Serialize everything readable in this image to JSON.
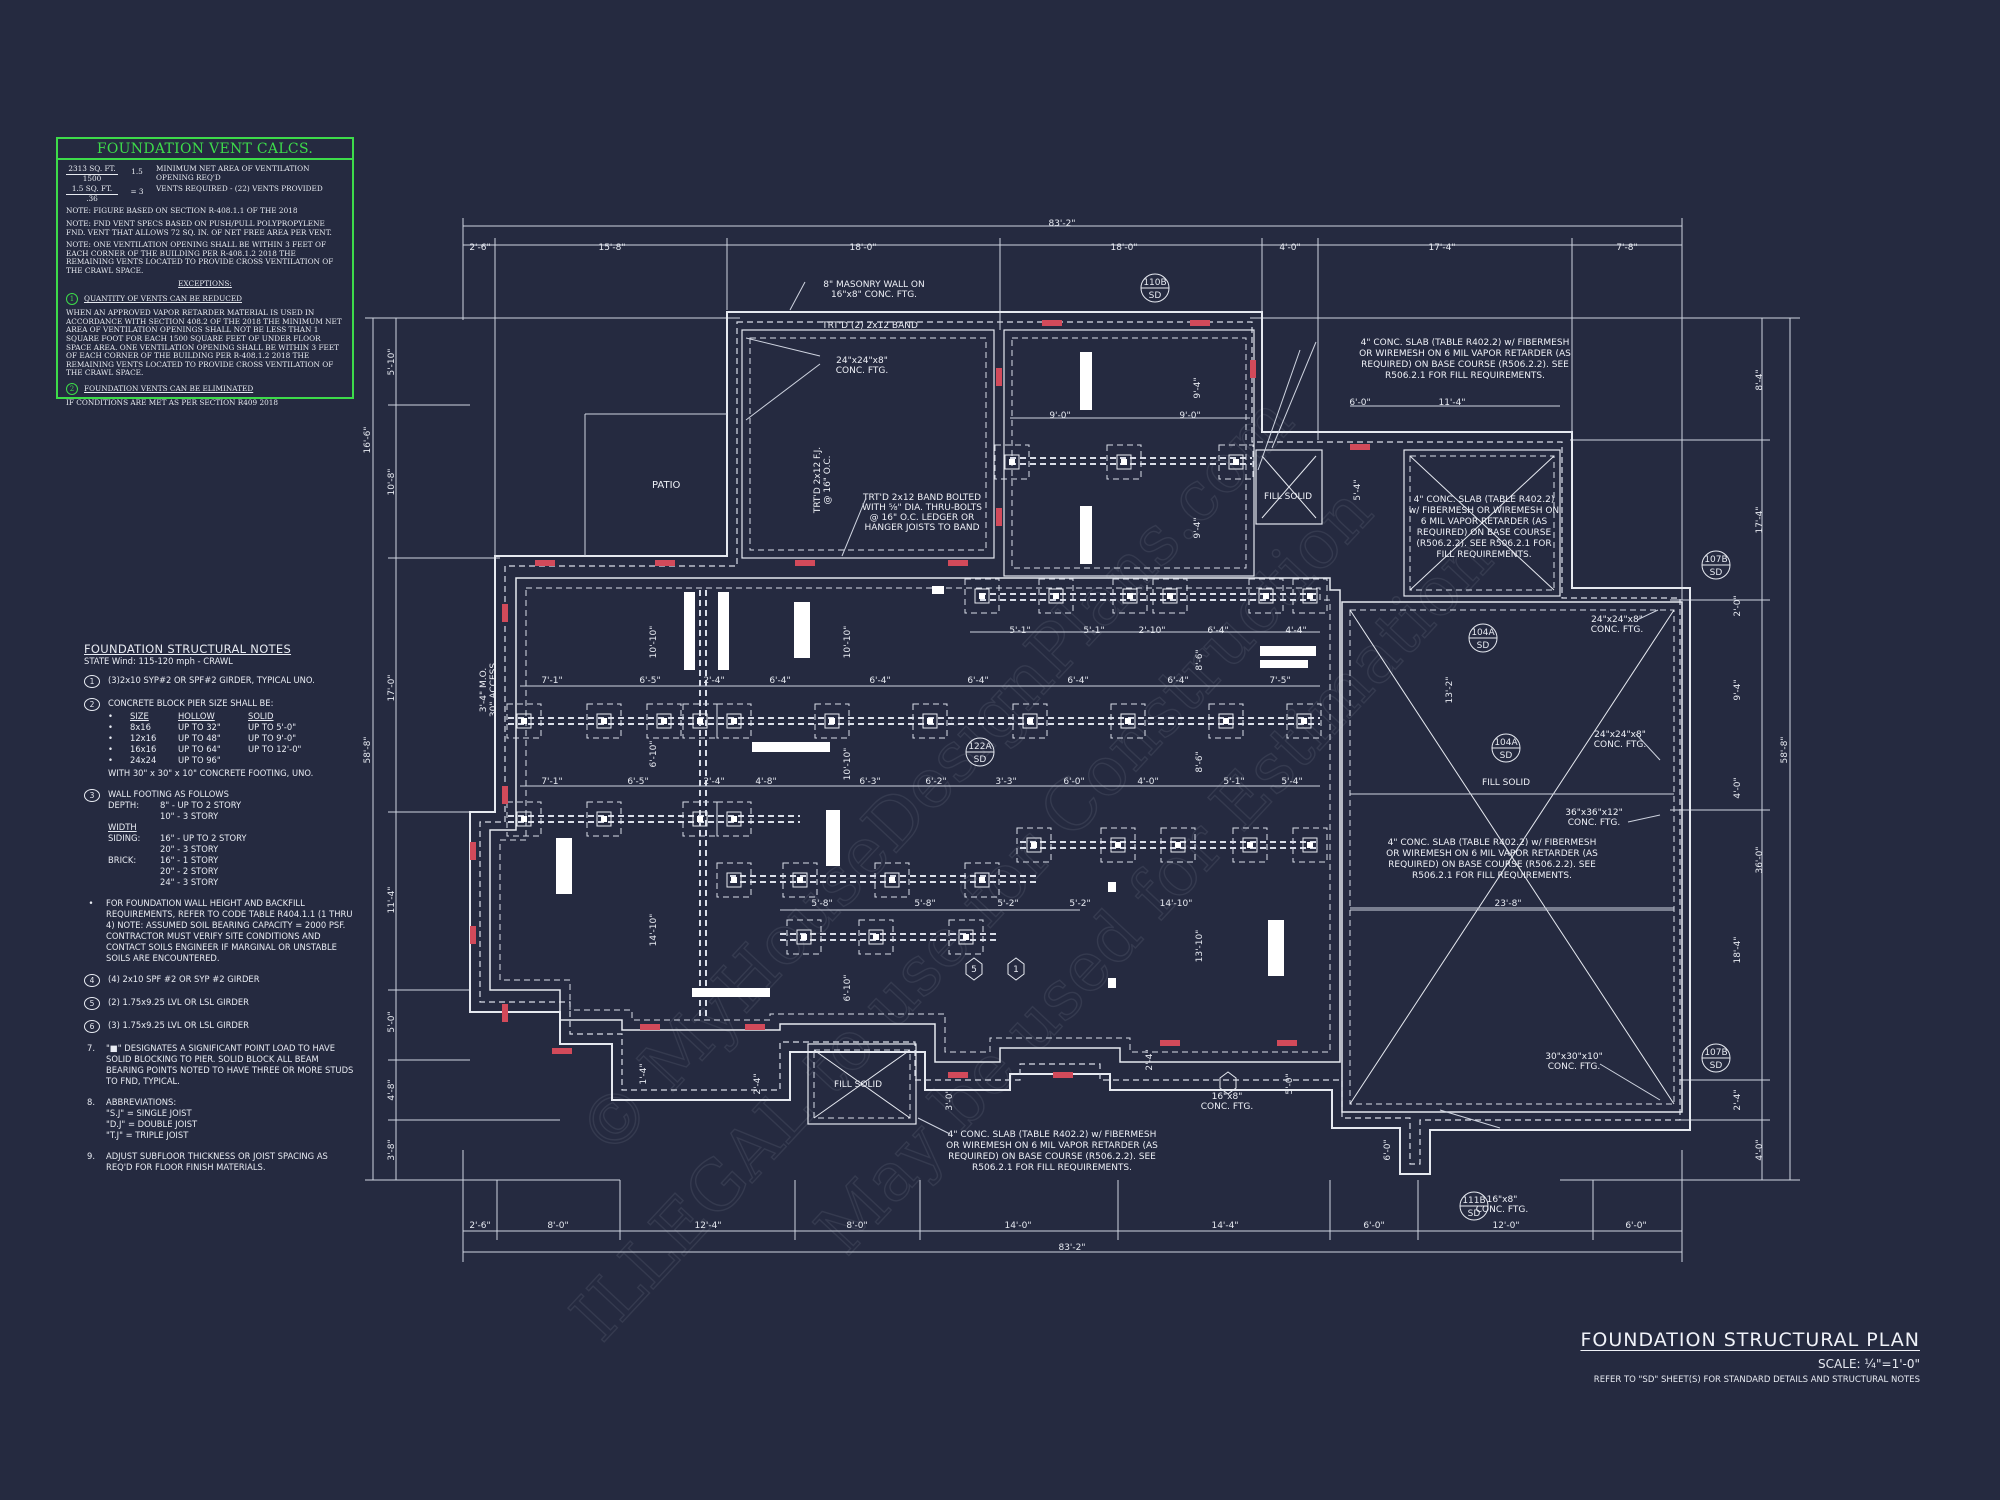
{
  "vent_calcs": {
    "title": "FOUNDATION VENT CALCS.",
    "row1": {
      "num": "2313",
      "num_unit": "SQ. FT.",
      "den": "1500",
      "eq": "1.5",
      "desc": "MINIMUM NET AREA OF VENTILATION OPENING REQ'D"
    },
    "row2": {
      "num": "1.5",
      "num_unit": "SQ. FT.",
      "den": ".36",
      "eq": "= 3",
      "desc": "VENTS REQUIRED - (22) VENTS PROVIDED"
    },
    "note1": "NOTE: FIGURE BASED ON SECTION R-408.1.1 OF THE 2018",
    "note2": "NOTE: FND VENT SPECS BASED ON PUSH/PULL POLYPROPYLENE FND. VENT THAT ALLOWS 72 SQ. IN. OF NET FREE AREA PER VENT.",
    "note3": "NOTE: ONE VENTILATION OPENING SHALL BE WITHIN 3 FEET OF EACH CORNER OF THE BUILDING PER R-408.1.2 2018 THE REMAINING VENTS LOCATED TO PROVIDE CROSS VENTILATION OF THE CRAWL SPACE.",
    "exceptions": "EXCEPTIONS:",
    "ex1_num": "1",
    "ex1_title": "QUANTITY OF VENTS CAN BE REDUCED",
    "ex1_text": "WHEN AN APPROVED VAPOR RETARDER MATERIAL IS USED IN ACCORDANCE WITH SECTION 408.2 OF THE 2018 THE MINIMUM NET AREA OF VENTILATION OPENINGS SHALL NOT BE LESS THAN 1 SQUARE FOOT FOR EACH 1500 SQUARE FEET OF UNDER FLOOR SPACE AREA. ONE VENTILATION OPENING SHALL BE WITHIN 3 FEET OF EACH CORNER OF THE BUILDING PER R-408.1.2 2018 THE REMAINING VENTS LOCATED TO PROVIDE CROSS VENTILATION OF THE CRAWL SPACE.",
    "ex2_num": "2",
    "ex2_title": "FOUNDATION VENTS CAN BE ELIMINATED",
    "ex2_text": "IF CONDITIONS ARE MET AS PER SECTION R409 2018"
  },
  "notes": {
    "title": "FOUNDATION STRUCTURAL NOTES",
    "subtitle": "STATE Wind: 115-120 mph - CRAWL",
    "n1_num": "1",
    "n1": "(3)2x10 SYP#2 OR SPF#2 GIRDER, TYPICAL UNO.",
    "n2_num": "2",
    "n2": "CONCRETE BLOCK PIER SIZE SHALL BE:",
    "size_head": [
      "SIZE",
      "HOLLOW",
      "SOLID"
    ],
    "size_rows": [
      [
        "8x16",
        "UP TO 32\"",
        "UP TO 5'-0\""
      ],
      [
        "12x16",
        "UP TO 48\"",
        "UP TO 9'-0\""
      ],
      [
        "16x16",
        "UP TO 64\"",
        "UP TO 12'-0\""
      ],
      [
        "24x24",
        "UP TO 96\"",
        ""
      ]
    ],
    "n2b": "WITH 30\" x 30\" x 10\" CONCRETE FOOTING, UNO.",
    "n3_num": "3",
    "n3": "WALL FOOTING AS FOLLOWS",
    "n3_depth_label": "DEPTH:",
    "n3_depth1": "8\" - UP TO 2 STORY",
    "n3_depth2": "10\" - 3 STORY",
    "n3_width_label": "WIDTH",
    "n3_siding_label": "SIDING:",
    "n3_siding1": "16\" - UP TO 2 STORY",
    "n3_siding2": "20\" - 3 STORY",
    "n3_brick_label": "BRICK:",
    "n3_brick1": "16\" - 1 STORY",
    "n3_brick2": "20\" - 2 STORY",
    "n3_brick3": "24\" - 3 STORY",
    "n_bullet": "FOR FOUNDATION WALL HEIGHT AND BACKFILL REQUIREMENTS, REFER TO CODE TABLE R404.1.1 (1 THRU 4) NOTE: ASSUMED SOIL BEARING CAPACITY = 2000 PSF. CONTRACTOR MUST VERIFY SITE CONDITIONS AND CONTACT SOILS ENGINEER IF MARGINAL OR UNSTABLE SOILS ARE ENCOUNTERED.",
    "n4_num": "4",
    "n4": "(4) 2x10 SPF #2 OR SYP #2 GIRDER",
    "n5_num": "5",
    "n5": "(2) 1.75x9.25 LVL OR LSL GIRDER",
    "n6_num": "6",
    "n6": "(3) 1.75x9.25 LVL OR LSL GIRDER",
    "n7_num": "7.",
    "n7": "\"■\" DESIGNATES A SIGNIFICANT POINT LOAD TO HAVE SOLID BLOCKING TO PIER. SOLID BLOCK ALL BEAM BEARING POINTS NOTED TO HAVE THREE OR MORE STUDS TO FND, TYPICAL.",
    "n8_num": "8.",
    "n8": "ABBREVIATIONS:",
    "n8a": "\"S.J\" = SINGLE JOIST",
    "n8b": "\"D.J\" = DOUBLE JOIST",
    "n8c": "\"T.J\" = TRIPLE JOIST",
    "n9_num": "9.",
    "n9": "ADJUST SUBFLOOR THICKNESS OR JOIST SPACING AS REQ'D FOR FLOOR FINISH MATERIALS."
  },
  "title_block": {
    "title": "FOUNDATION STRUCTURAL PLAN",
    "scale": "SCALE: ¼\"=1'-0\"",
    "ref": "REFER TO \"SD\" SHEET(S) FOR STANDARD DETAILS AND STRUCTURAL NOTES"
  },
  "plan": {
    "top_overall": "83'-2\"",
    "bottom_overall": "83'-2\"",
    "top_dims": [
      "2'-6\"",
      "15'-8\"",
      "18'-0\"",
      "18'-0\"",
      "4'-0\"",
      "17'-4\"",
      "7'-8\""
    ],
    "bottom_dims": [
      "2'-6\"",
      "8'-0\"",
      "12'-4\"",
      "8'-0\"",
      "14'-0\"",
      "14'-4\"",
      "6'-0\"",
      "12'-0\"",
      "6'-0\""
    ],
    "left_overall": "58'-8\"",
    "right_overall": "58'-8\"",
    "left_dims": [
      "5'-10\"",
      "16'-6\"",
      "10'-8\"",
      "17'-0\"",
      "11'-4\"",
      "5'-0\"",
      "4'-8\"",
      "3'-8\""
    ],
    "right_dims": [
      "8'-4\"",
      "17'-4\"",
      "2'-0\"",
      "9'-4\"",
      "4'-0\"",
      "36'-0\"",
      "18'-4\"",
      "2'-4\"",
      "4'-0\""
    ],
    "patio": "PATIO",
    "masonry_note": "8\" MASONRY WALL ON 16\"x8\" CONC. FTG.",
    "band_note": "TRT'D (2) 2x12 BAND",
    "ftg_24": "24\"x24\"x8\" CONC. FTG.",
    "joist_note": "TRT'D 2x12 F.J. @ 16\" O.C.",
    "band_bolt_note": "TRT'D 2x12 BAND BOLTED WITH ⅝\" DIA. THRU-BOLTS @ 16\" O.C. LEDGER OR HANGER JOISTS TO BAND",
    "slab_note_top": "4\" CONC. SLAB (TABLE R402.2) w/ FIBERMESH OR WIREMESH ON 6 MIL VAPOR RETARDER (AS REQUIRED) ON BASE COURSE (R506.2.2). SEE R506.2.1 FOR FILL REQUIREMENTS.",
    "slab_note_mid": "4\" CONC. SLAB (TABLE R402.2) w/ FIBERMESH OR WIREMESH ON 6 MIL VAPOR RETARDER (AS REQUIRED) ON BASE COURSE (R506.2.2). SEE R506.2.1 FOR FILL REQUIREMENTS.",
    "slab_note_garage": "4\" CONC. SLAB (TABLE R402.2) w/ FIBERMESH OR WIREMESH ON 6 MIL VAPOR RETARDER (AS REQUIRED) ON BASE COURSE (R506.2.2). SEE R506.2.1 FOR FILL REQUIREMENTS.",
    "slab_note_bottom": "4\" CONC. SLAB (TABLE R402.2) w/ FIBERMESH OR WIREMESH ON 6 MIL VAPOR RETARDER (AS REQUIRED) ON BASE COURSE (R506.2.2). SEE R506.2.1 FOR FILL REQUIREMENTS.",
    "fill_solid": "FILL SOLID",
    "ftg_24r": "24\"x24\"x8\" CONC. FTG.",
    "ftg_24r2": "24\"x24\"x8\" CONC. FTG.",
    "ftg_36": "36\"x36\"x12\" CONC. FTG.",
    "ftg_30": "30\"x30\"x10\" CONC. FTG.",
    "ftg_16a": "16\"x8\" CONC. FTG.",
    "ftg_16b": "16\"x8\" CONC. FTG.",
    "tags": [
      {
        "top": "110B",
        "bot": "SD"
      },
      {
        "top": "107B",
        "bot": "SD"
      },
      {
        "top": "104A",
        "bot": "SD"
      },
      {
        "top": "104A",
        "bot": "SD"
      },
      {
        "top": "122A",
        "bot": "SD"
      },
      {
        "top": "107B",
        "bot": "SD"
      },
      {
        "top": "111B",
        "bot": "SD"
      }
    ],
    "inner_dims_row1": [
      "5'-1\"",
      "5'-1\"",
      "2'-10\"",
      "6'-4\"",
      "4'-4\""
    ],
    "inner_dims_row2": [
      "7'-1\"",
      "6'-5\"",
      "2'-4\"",
      "6'-4\"",
      "6'-4\"",
      "6'-4\"",
      "6'-4\"",
      "6'-4\"",
      "7'-5\""
    ],
    "inner_dims_row3": [
      "7'-1\"",
      "6'-5\"",
      "2'-4\"",
      "4'-8\"",
      "6'-3\"",
      "6'-2\"",
      "3'-3\"",
      "6'-0\"",
      "4'-0\"",
      "5'-1\"",
      "5'-4\""
    ],
    "inner_dims_row4": [
      "5'-8\"",
      "5'-8\"",
      "5'-2\"",
      "5'-2\"",
      "14'-10\""
    ],
    "upper_dims": [
      "9'-0\"",
      "9'-0\"",
      "6'-0\"",
      "11'-4\"",
      "23'-8\""
    ],
    "vert_dims": [
      "10'-10\"",
      "10'-10\"",
      "6'-10\"",
      "10'-10\"",
      "14'-10\"",
      "6'-10\"",
      "8'-6\"",
      "8'-6\"",
      "13'-10\"",
      "9'-4\"",
      "9'-4\"",
      "5'-4\"",
      "13'-2\"",
      "3'-0\"",
      "5'-0\"",
      "6'-0\"",
      "2'-4\"",
      "1'-4\"",
      "2'-4\""
    ],
    "mo_note": "3'-4\" M.O. 30\" ACCESS",
    "hex_tags": [
      "5",
      "1"
    ]
  },
  "watermark": {
    "line1": "© MyHouseDesignPlans.com",
    "line2": "ILLEGAL to use for Construction",
    "line3": "May be used for Estimation"
  }
}
